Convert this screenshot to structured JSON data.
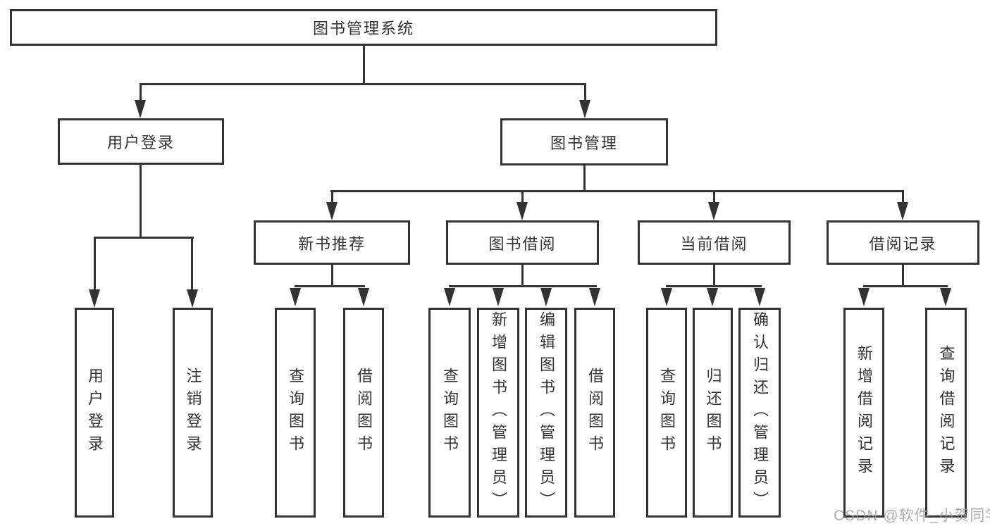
{
  "diagram": {
    "root": {
      "label": "图书管理系统"
    },
    "branches": {
      "user_login": {
        "label": "用户登录",
        "children": [
          {
            "label": "用户登录"
          },
          {
            "label": "注销登录"
          }
        ]
      },
      "book_mgmt": {
        "label": "图书管理",
        "groups": [
          {
            "label": "新书推荐",
            "children": [
              {
                "label": "查询图书"
              },
              {
                "label": "借阅图书"
              }
            ]
          },
          {
            "label": "图书借阅",
            "children": [
              {
                "label": "查询图书"
              },
              {
                "label": "新增图书（管理员）"
              },
              {
                "label": "编辑图书（管理员）"
              },
              {
                "label": "借阅图书"
              }
            ]
          },
          {
            "label": "当前借阅",
            "children": [
              {
                "label": "查询图书"
              },
              {
                "label": "归还图书"
              },
              {
                "label": "确认归还（管理员）"
              }
            ]
          },
          {
            "label": "借阅记录",
            "children": [
              {
                "label": "新增借阅记录"
              },
              {
                "label": "查询借阅记录"
              }
            ]
          }
        ]
      }
    }
  },
  "watermark": {
    "text": "CSDN @软件_小贺同学"
  },
  "colors": {
    "line": "#333333",
    "box_border": "#333333",
    "box_fill": "#ffffff",
    "text": "#333333",
    "watermark": "#a0a0a0"
  }
}
